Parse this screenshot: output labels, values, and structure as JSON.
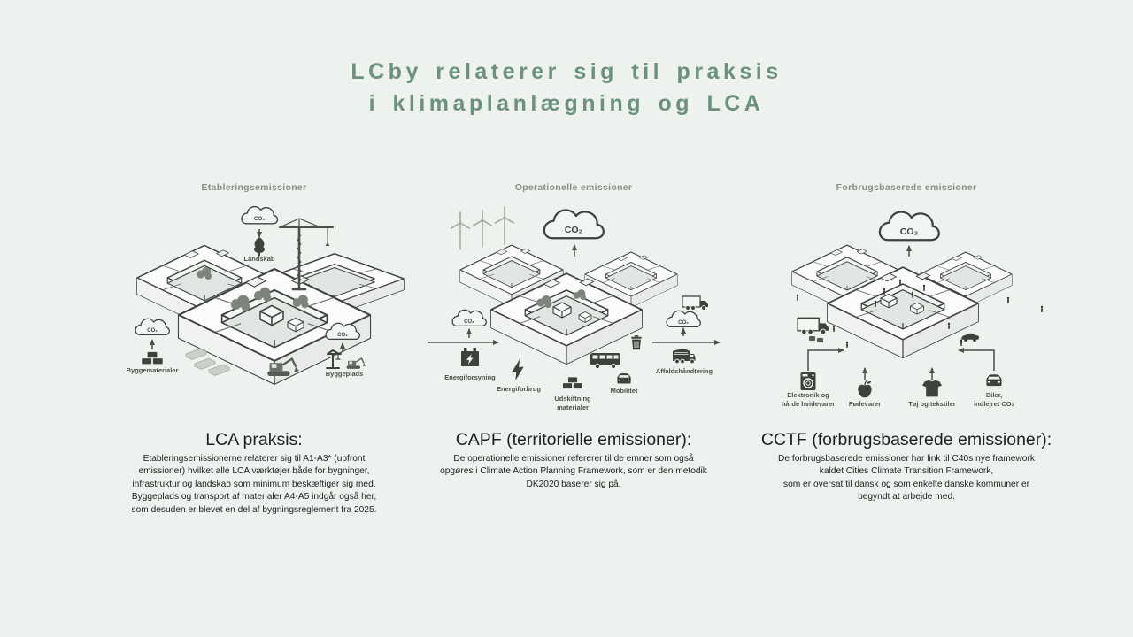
{
  "slide": {
    "title_line1": "LCby relaterer sig til praksis",
    "title_line2": "i klimaplanlægning og LCA"
  },
  "icons": {
    "co2_label": "CO₂"
  },
  "colors": {
    "background": "#edf2ee",
    "title_green": "#6c927d",
    "caption_grey": "#878d87",
    "body_text": "#20231f",
    "illustration_line": "#3f433f"
  },
  "columns": [
    {
      "caption": "Etableringsemissioner",
      "heading": "LCA praksis:",
      "body_lines": [
        "Etableringsemissionerne relaterer sig til A1-A3* (upfront",
        "emissioner) hvilket alle LCA værktøjer både for bygninger,",
        "infrastruktur og landskab som minimum beskæftiger sig med.",
        "Byggeplads og transport af materialer A4-A5 indgår også her,",
        "som desuden er blevet en del af bygningsreglement fra 2025."
      ],
      "labels": {
        "landskab": "Landskab",
        "byggematerialer": "Byggematerialer",
        "byggeplads": "Byggeplads"
      }
    },
    {
      "caption": "Operationelle emissioner",
      "heading": "CAPF (territorielle emissioner):",
      "body_lines": [
        "De operationelle emissioner refererer til de emner som også",
        "opgøres i Climate Action Planning Framework, som er den metodik",
        "DK2020 baserer sig på."
      ],
      "labels": {
        "energiforsyning": "Energiforsyning",
        "energiforbrug": "Energiforbrug",
        "udskiftning_line1": "Udskiftning",
        "udskiftning_line2": "materialer",
        "mobilitet": "Mobilitet",
        "affaldshandtering": "Affaldshåndtering"
      }
    },
    {
      "caption": "Forbrugsbaserede emissioner",
      "heading": "CCTF (forbrugsbaserede emissioner):",
      "body_lines": [
        "De forbrugsbaserede emissioner har link til C40s nye framework",
        "kaldet Cities Climate Transition Framework,",
        "som er oversat til dansk og som enkelte danske kommuner er",
        "begyndt at arbejde med."
      ],
      "labels": {
        "elektronik_line1": "Elektronik og",
        "elektronik_line2": "hårde hvidevarer",
        "fodevarer": "Fødevarer",
        "toj": "Tøj og tekstiler",
        "biler_line1": "Biler,",
        "biler_line2": "indlejret CO₂"
      }
    }
  ]
}
